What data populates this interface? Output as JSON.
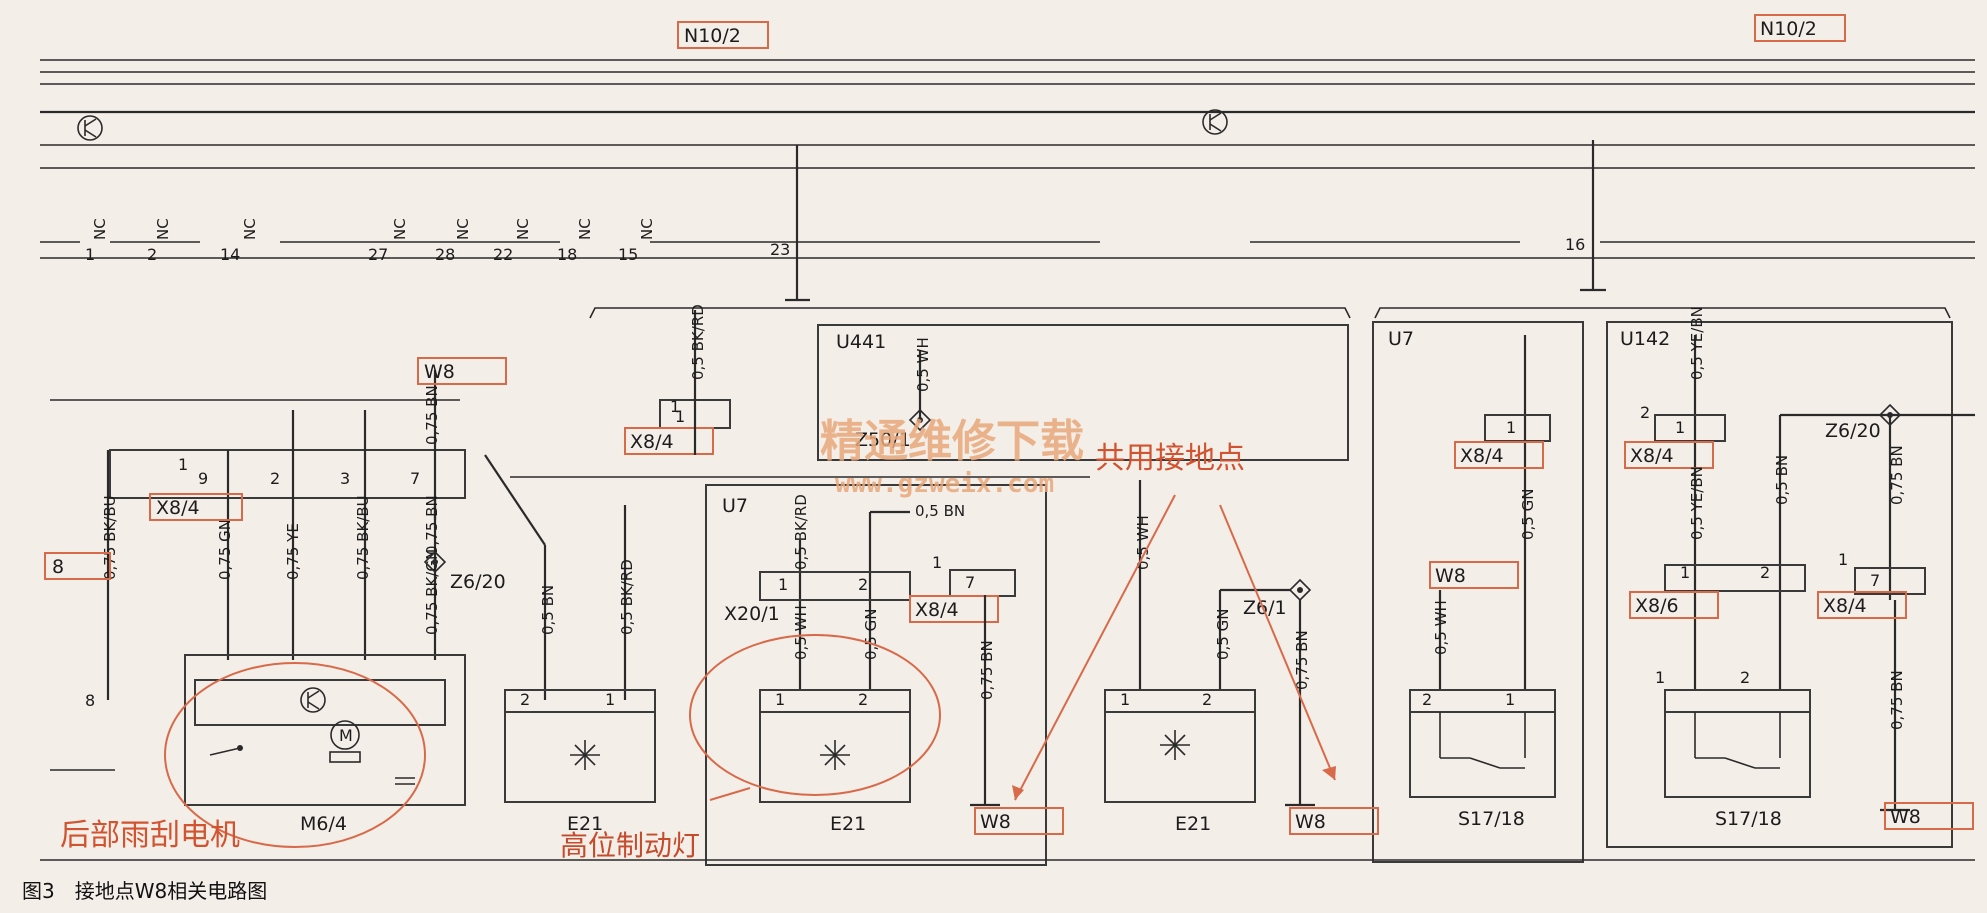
{
  "title_label": "N10/2",
  "title_label_right": "N10/2",
  "bus_pins": [
    "1",
    "2",
    "14",
    "27",
    "28",
    "22",
    "18",
    "15",
    "23",
    "16"
  ],
  "nc_label": "NC",
  "modules": [
    "U441",
    "U7",
    "U7",
    "U142"
  ],
  "connectors": {
    "w8": "W8",
    "x84": "X8/4",
    "x86": "X8/6",
    "x201": "X20/1",
    "z620": "Z6/20",
    "z61": "Z6/1",
    "z501": "Z50/1",
    "eight": "8"
  },
  "wires": {
    "bkbu": "0,75 BK/BU",
    "gn": "0,75 GN",
    "ye": "0,75 YE",
    "bkbu2": "0,75 BK/BU",
    "bn": "0,75 BN",
    "bkgn": "0,75 BK/GN",
    "bn05": "0,5 BN",
    "bkrd05": "0,5 BK/RD",
    "wh05": "0,5 WH",
    "gn05": "0,5 GN",
    "yebn05": "0,5 YE/BN",
    "bn05b": "0,5 BN"
  },
  "components": {
    "m64": "M6/4",
    "e21": "E21",
    "s1718": "S17/18"
  },
  "annotations": {
    "rear_wiper": "后部雨刮电机",
    "brake_light": "高位制动灯",
    "common_ground": "共用接地点"
  },
  "watermark": {
    "cn": "精通维修下载",
    "url": "www.gzweix.com"
  },
  "caption": "图3　接地点W8相关电路图",
  "colors": {
    "annotation_red": "#d2532f",
    "watermark": "#e9a87a",
    "background": "#f3eee8"
  }
}
